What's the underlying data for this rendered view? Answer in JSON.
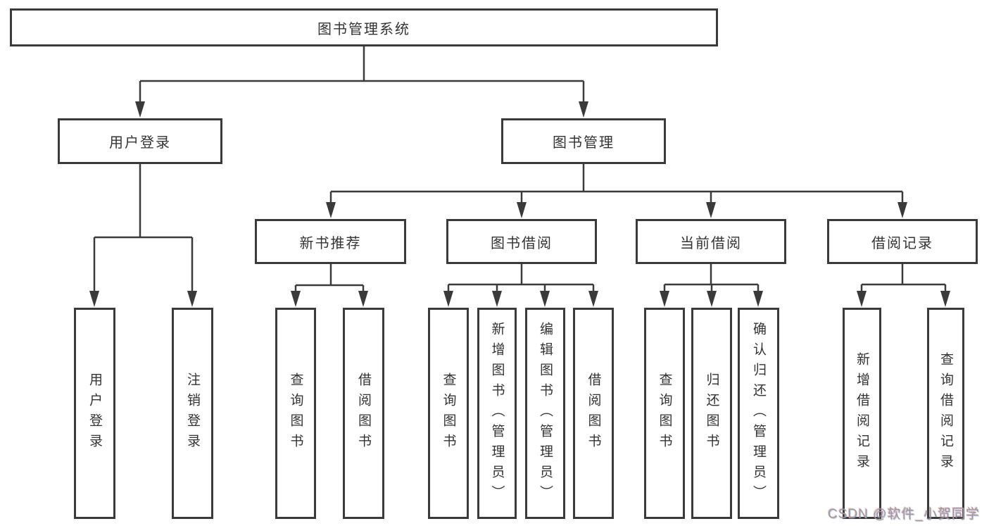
{
  "root": {
    "label": "图书管理系统"
  },
  "level2": [
    {
      "label": "用户登录"
    },
    {
      "label": "图书管理"
    }
  ],
  "level3": [
    {
      "label": "新书推荐",
      "parent": "图书管理"
    },
    {
      "label": "图书借阅",
      "parent": "图书管理"
    },
    {
      "label": "当前借阅",
      "parent": "图书管理"
    },
    {
      "label": "借阅记录",
      "parent": "图书管理"
    }
  ],
  "leaves": [
    {
      "label": "用户登录",
      "parent": "用户登录"
    },
    {
      "label": "注销登录",
      "parent": "用户登录"
    },
    {
      "label": "查询图书",
      "parent": "新书推荐"
    },
    {
      "label": "借阅图书",
      "parent": "新书推荐"
    },
    {
      "label": "查询图书",
      "parent": "图书借阅"
    },
    {
      "label": "新增图书（管理员）",
      "parent": "图书借阅"
    },
    {
      "label": "编辑图书（管理员）",
      "parent": "图书借阅"
    },
    {
      "label": "借阅图书",
      "parent": "图书借阅"
    },
    {
      "label": "查询图书",
      "parent": "当前借阅"
    },
    {
      "label": "归还图书",
      "parent": "当前借阅"
    },
    {
      "label": "确认归还（管理员）",
      "parent": "当前借阅"
    },
    {
      "label": "新增借阅记录",
      "parent": "借阅记录"
    },
    {
      "label": "查询借阅记录",
      "parent": "借阅记录"
    }
  ],
  "watermark": {
    "text": "CSDN @软件_小贺同学"
  },
  "colors": {
    "line": "#3a3a3a",
    "text": "#333333",
    "background": "#ffffff",
    "watermark": "#9b9b9b"
  }
}
